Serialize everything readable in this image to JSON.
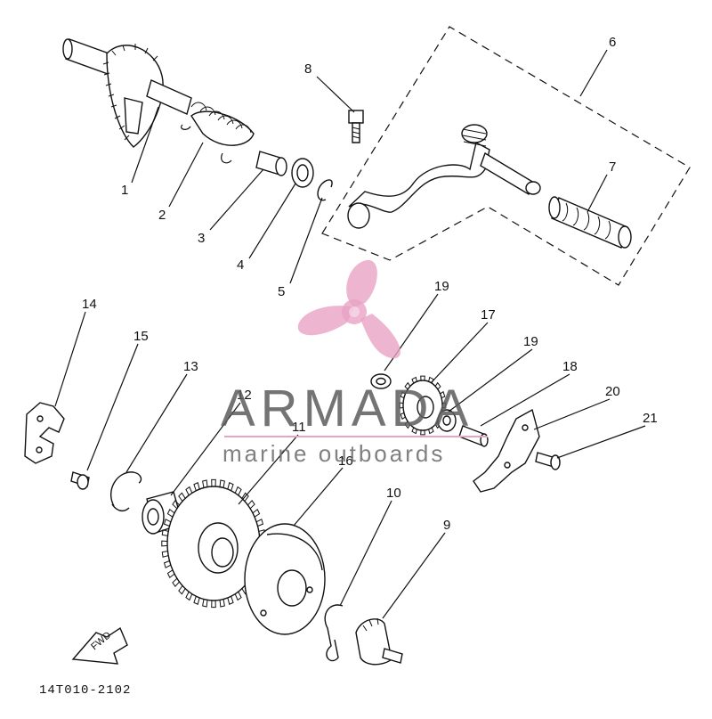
{
  "diagram": {
    "callouts": [
      {
        "id": "c1",
        "label": "1"
      },
      {
        "id": "c2",
        "label": "2"
      },
      {
        "id": "c3",
        "label": "3"
      },
      {
        "id": "c4",
        "label": "4"
      },
      {
        "id": "c5",
        "label": "5"
      },
      {
        "id": "c6",
        "label": "6"
      },
      {
        "id": "c7",
        "label": "7"
      },
      {
        "id": "c8",
        "label": "8"
      },
      {
        "id": "c9",
        "label": "9"
      },
      {
        "id": "c10",
        "label": "10"
      },
      {
        "id": "c11",
        "label": "11"
      },
      {
        "id": "c12",
        "label": "12"
      },
      {
        "id": "c13",
        "label": "13"
      },
      {
        "id": "c14",
        "label": "14"
      },
      {
        "id": "c15",
        "label": "15"
      },
      {
        "id": "c16",
        "label": "16"
      },
      {
        "id": "c17",
        "label": "17"
      },
      {
        "id": "c18",
        "label": "18"
      },
      {
        "id": "c19a",
        "label": "19"
      },
      {
        "id": "c19b",
        "label": "19"
      },
      {
        "id": "c20",
        "label": "20"
      },
      {
        "id": "c21",
        "label": "21"
      }
    ],
    "fwd_label": "FWD",
    "drawing_code": "14T010-2102"
  },
  "watermark": {
    "brand": "ARMADA",
    "tagline": "marine outboards",
    "logo_color": "#e9a3c4",
    "text_color": "#5c5c5c"
  }
}
